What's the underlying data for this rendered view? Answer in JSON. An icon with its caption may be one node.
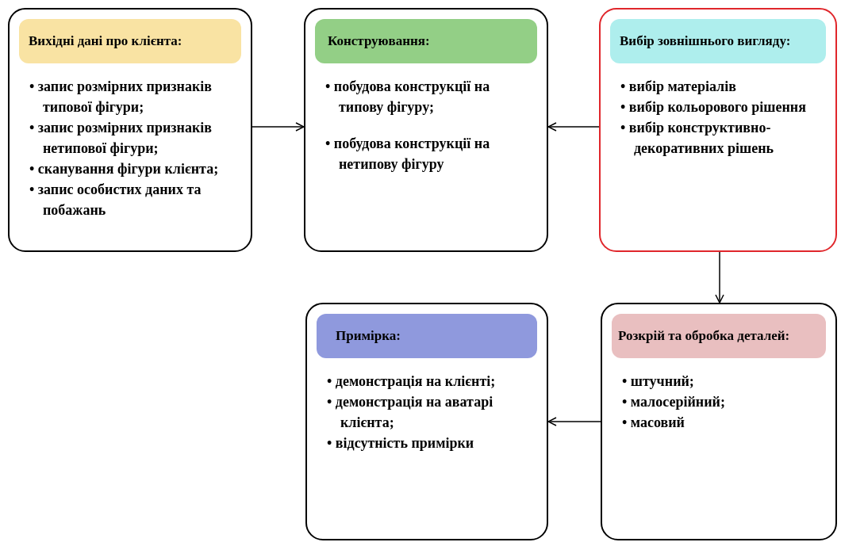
{
  "diagram": {
    "nodes": [
      {
        "text": [
          "• запис розмірних признаків типової фігури;",
          "• запис розмірних признаків нетипової фігури;",
          "• сканування фігури клієнта;",
          "• запис особистих даних та побажань"
        ]
      },
      {
        "text": [
          "Вихідні дані про клієнта:"
        ],
        "in": 0
      },
      {
        "text": [
          "• побудова конструкції на типову фігуру;",
          "• побудова конструкції на нетипову фігуру"
        ]
      },
      {
        "text": [
          "Конструювання:"
        ],
        "in": 2
      },
      {
        "text": [
          "• вибір матеріалів",
          "• вибір кольорового рішення",
          "• вибір конструктивно-декоративних рішень"
        ]
      },
      {
        "text": [
          "Вибір зовнішнього вигляду:"
        ],
        "in": 4
      },
      {
        "text": [
          "• демонстрація на клієнті;",
          "• демонстрація на аватарі клієнта;",
          "• відсутність примірки"
        ]
      },
      {
        "text": [
          "Примірка:"
        ],
        "in": 6
      },
      {
        "text": [
          "• штучний;",
          "• малосерійний;",
          "• масовий"
        ]
      },
      {
        "text": [
          "Розкрій та обробка деталей:"
        ],
        "in": 8
      }
    ],
    "edges": [
      {
        "from": 0,
        "to": 2,
        "arrow": "to"
      },
      {
        "from": 4,
        "to": 2,
        "arrow": "to"
      },
      {
        "from": 4,
        "to": 8,
        "arrow": "to"
      },
      {
        "from": 8,
        "to": 6,
        "arrow": "to"
      }
    ]
  }
}
